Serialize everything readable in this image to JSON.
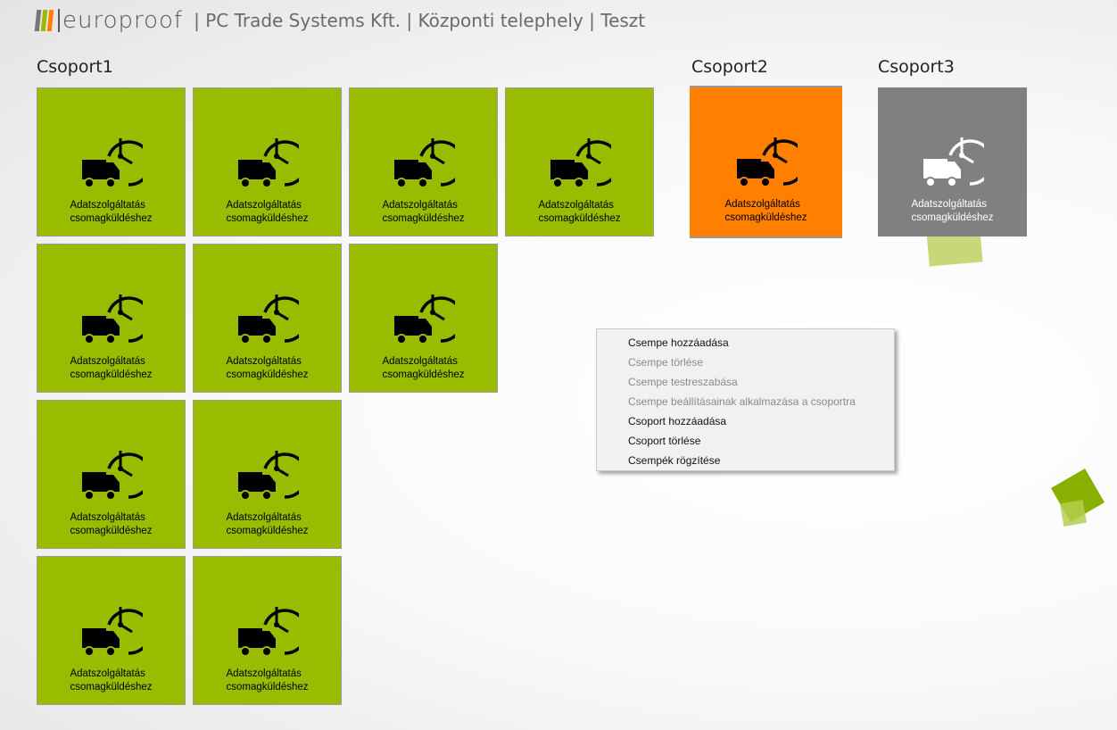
{
  "header": {
    "logo_text": "europroof",
    "title": "| PC Trade Systems Kft. | Központi telephely | Teszt"
  },
  "colors": {
    "green": "#99bb00",
    "orange": "#ff7f00",
    "gray": "#808080"
  },
  "groups": [
    {
      "title": "Csoport1",
      "tiles": [
        {
          "line1": "Adatszolgáltatás",
          "line2": "csomagküldéshez"
        },
        {
          "line1": "Adatszolgáltatás",
          "line2": "csomagküldéshez"
        },
        {
          "line1": "Adatszolgáltatás",
          "line2": "csomagküldéshez"
        },
        {
          "line1": "Adatszolgáltatás",
          "line2": "csomagküldéshez"
        },
        {
          "line1": "Adatszolgáltatás",
          "line2": "csomagküldéshez"
        },
        {
          "line1": "Adatszolgáltatás",
          "line2": "csomagküldéshez"
        },
        {
          "line1": "Adatszolgáltatás",
          "line2": "csomagküldéshez"
        },
        {
          "line1": "Adatszolgáltatás",
          "line2": "csomagküldéshez"
        },
        {
          "line1": "Adatszolgáltatás",
          "line2": "csomagküldéshez"
        },
        {
          "line1": "Adatszolgáltatás",
          "line2": "csomagküldéshez"
        },
        {
          "line1": "Adatszolgáltatás",
          "line2": "csomagküldéshez"
        }
      ]
    },
    {
      "title": "Csoport2",
      "tiles": [
        {
          "line1": "Adatszolgáltatás",
          "line2": "csomagküldéshez"
        }
      ]
    },
    {
      "title": "Csoport3",
      "tiles": [
        {
          "line1": "Adatszolgáltatás",
          "line2": "csomagküldéshez"
        }
      ]
    }
  ],
  "context_menu": [
    {
      "label": "Csempe hozzáadása",
      "enabled": true
    },
    {
      "label": "Csempe törlése",
      "enabled": false
    },
    {
      "label": "Csempe testreszabása",
      "enabled": false
    },
    {
      "label": "Csempe beállításainak alkalmazása a csoportra",
      "enabled": false
    },
    {
      "label": "Csoport hozzáadása",
      "enabled": true
    },
    {
      "label": "Csoport törlése",
      "enabled": true
    },
    {
      "label": "Csempék rögzítése",
      "enabled": true
    }
  ]
}
